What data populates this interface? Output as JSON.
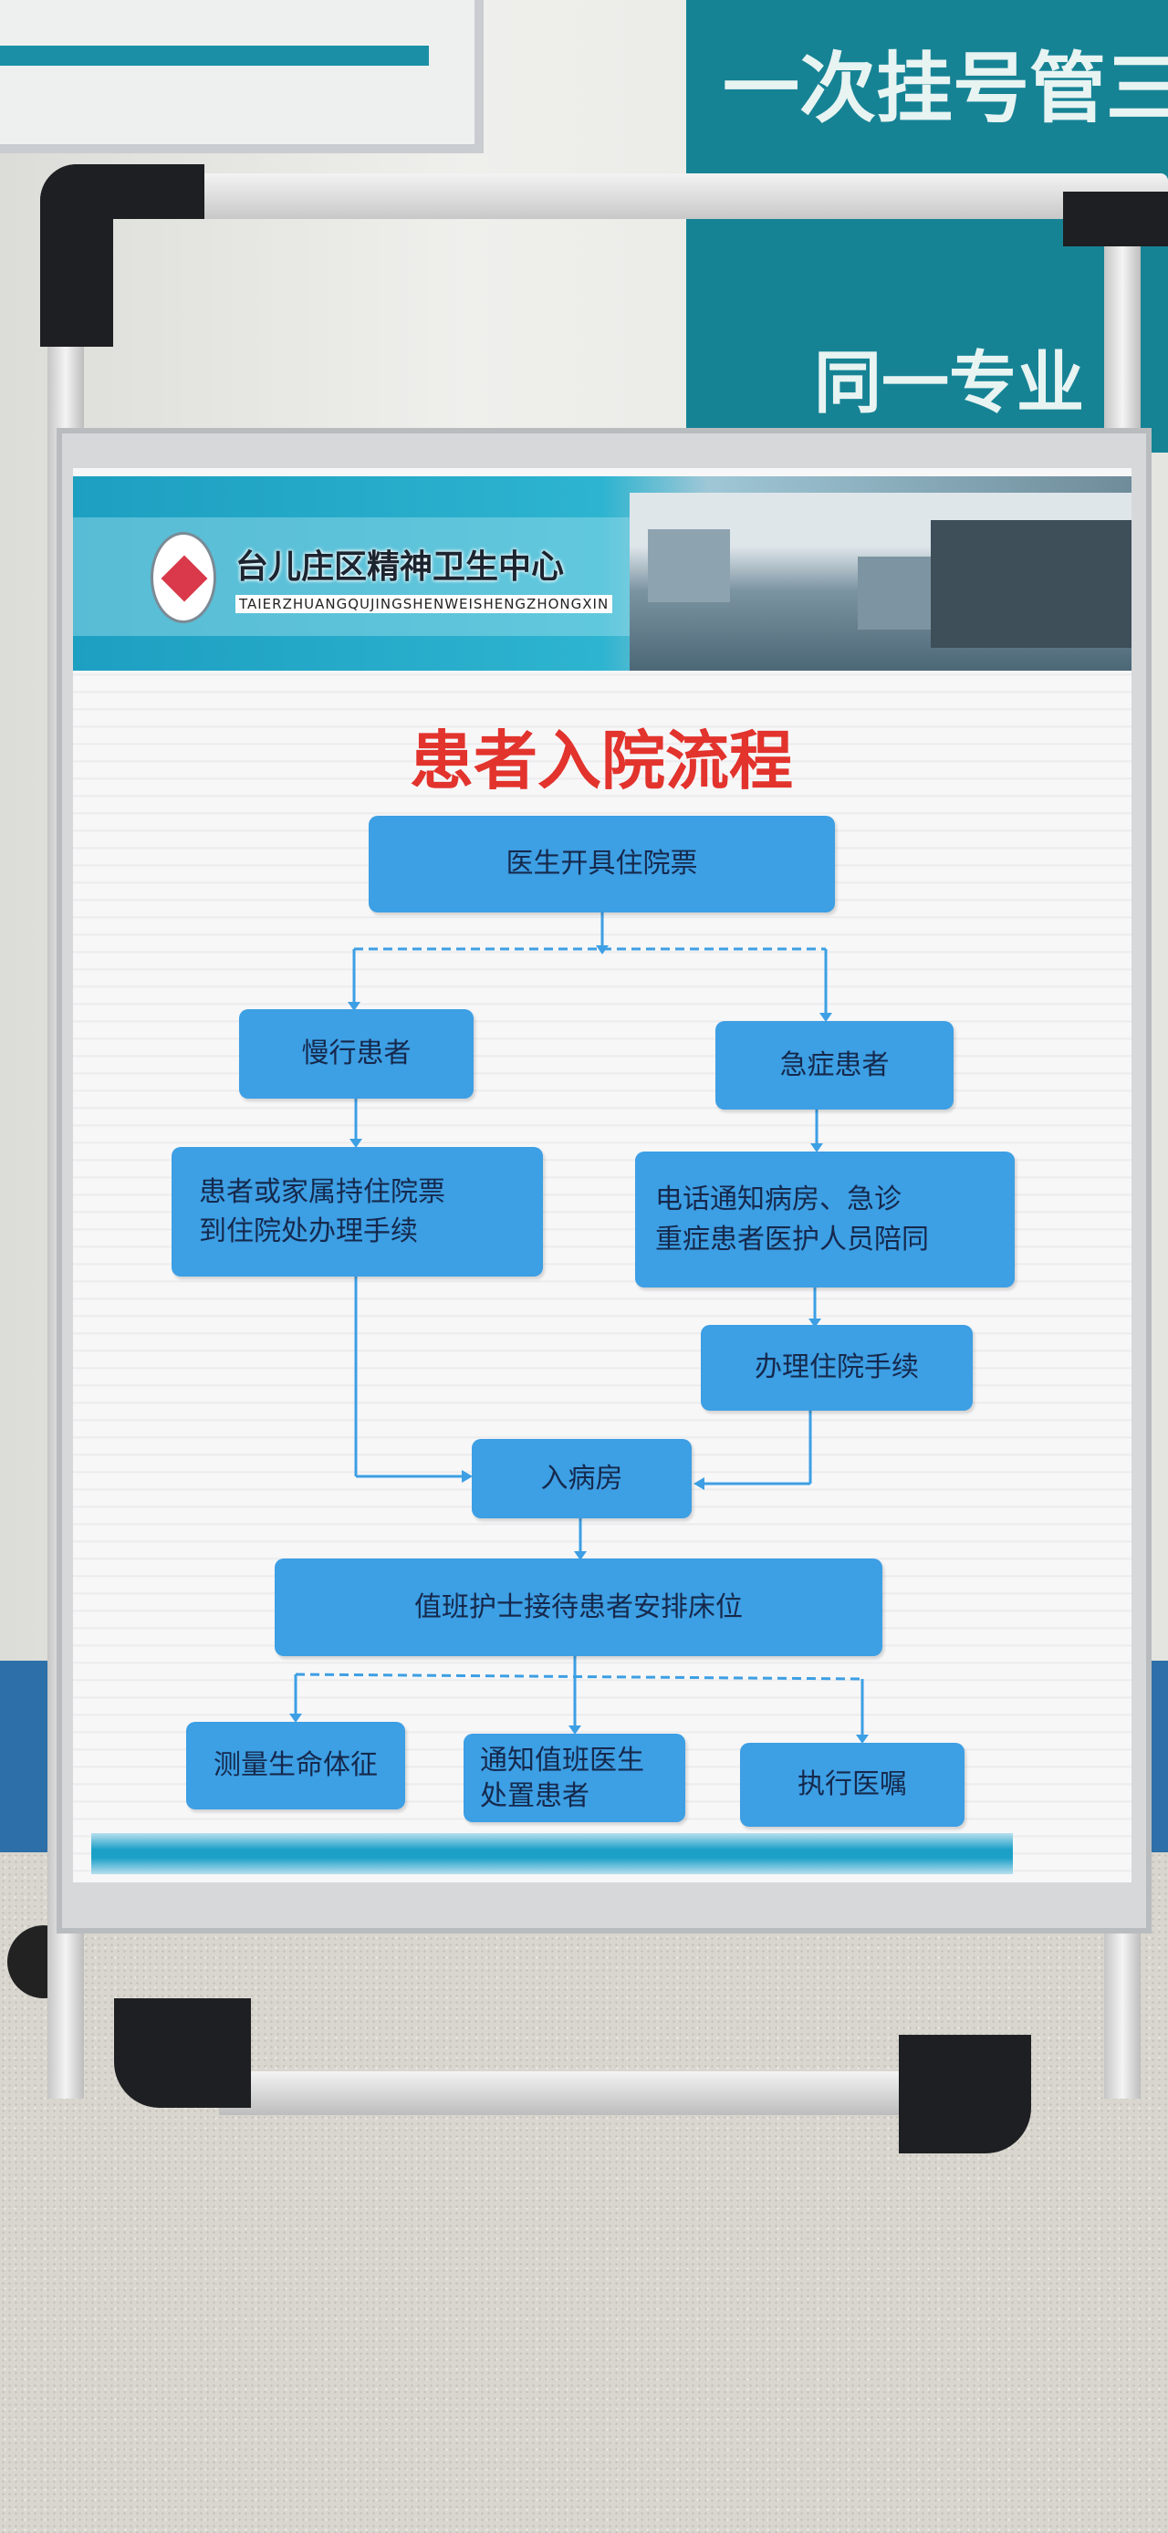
{
  "wall_sign": {
    "line1": "一次挂号管三",
    "line2": "同一专业"
  },
  "poster": {
    "organization": "台儿庄区精神卫生中心",
    "organization_pinyin": "TAIERZHUANGQUJINGSHENWEISHENGZHONGXIN",
    "title": "患者入院流程",
    "steps": {
      "start": "医生开具住院票",
      "slow_patient": "慢行患者",
      "emergency_patient": "急症患者",
      "slow_step_line1": "患者或家属持住院票",
      "slow_step_line2": "到住院处办理手续",
      "emergency_step_line1": "电话通知病房、急诊",
      "emergency_step_line2": "重症患者医护人员陪同",
      "admission_procedure": "办理住院手续",
      "enter_ward": "入病房",
      "nurse_reception": "值班护士接待患者安排床位",
      "vital_signs": "测量生命体征",
      "notify_doctor_line1": "通知值班医生",
      "notify_doctor_line2": "处置患者",
      "execute_orders": "执行医嘱"
    }
  },
  "colors": {
    "box": "#3d9fe4",
    "title": "#e2332d",
    "header": "#1d9fc1",
    "wall_sign": "#168395"
  }
}
